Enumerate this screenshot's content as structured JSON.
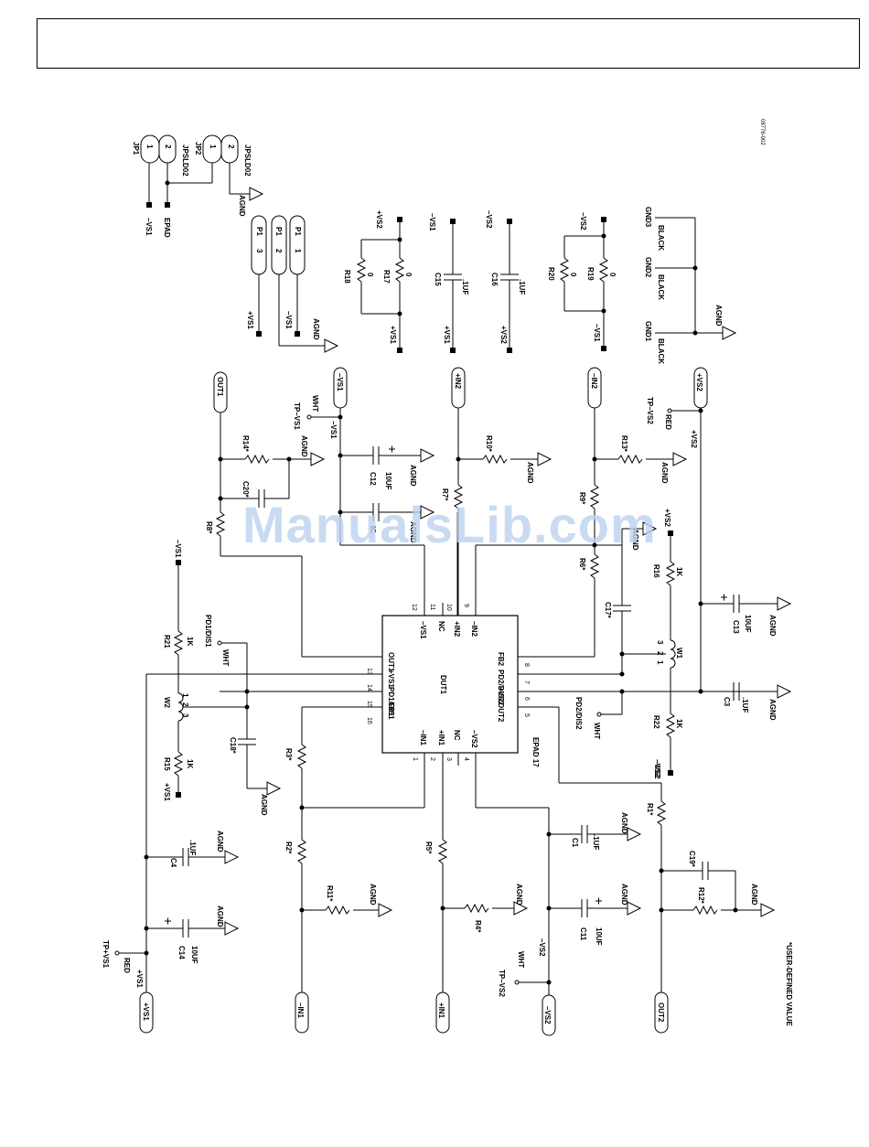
{
  "watermark": "ManualsLib.com",
  "figure_id": "08776-002",
  "note": "*USER-DEFINED VALUE",
  "ic": {
    "name": "DUT1",
    "epad": "EPAD 17",
    "pins_left": [
      {
        "num": "13",
        "label": "OUT1"
      },
      {
        "num": "14",
        "label": "+VS1"
      },
      {
        "num": "15",
        "label": "PD1/DIS1"
      },
      {
        "num": "16",
        "label": "FB1"
      }
    ],
    "pins_top": [
      {
        "num": "12",
        "label": "–VS1"
      },
      {
        "num": "11",
        "label": "NC"
      },
      {
        "num": "10",
        "label": "+IN2"
      },
      {
        "num": "9",
        "label": "–IN2"
      }
    ],
    "pins_right": [
      {
        "num": "8",
        "label": "FB2"
      },
      {
        "num": "7",
        "label": "PD2/DIS2"
      },
      {
        "num": "6",
        "label": "+VS2"
      },
      {
        "num": "5",
        "label": "OUT2"
      }
    ],
    "pins_bottom": [
      {
        "num": "1",
        "label": "–IN1"
      },
      {
        "num": "2",
        "label": "+IN1"
      },
      {
        "num": "3",
        "label": "NC"
      },
      {
        "num": "4",
        "label": "–VS2"
      }
    ]
  },
  "labels": [
    {
      "id": "jp1",
      "text": "JP1"
    },
    {
      "id": "jp1-p1",
      "text": "1"
    },
    {
      "id": "jp1-p2",
      "text": "2"
    },
    {
      "id": "jpsld02-a",
      "text": "JPSLD02"
    },
    {
      "id": "jp2",
      "text": "JP2"
    },
    {
      "id": "jp2-p1",
      "text": "1"
    },
    {
      "id": "jp2-p2",
      "text": "2"
    },
    {
      "id": "jpsld02-b",
      "text": "JPSLD02"
    },
    {
      "id": "jp-vs1",
      "text": "–VS1"
    },
    {
      "id": "jp-epad",
      "text": "EPAD"
    },
    {
      "id": "jp-agnd",
      "text": "AGND"
    },
    {
      "id": "p1-a",
      "text": "P1"
    },
    {
      "id": "p1-a-n",
      "text": "3"
    },
    {
      "id": "p1-b",
      "text": "P1"
    },
    {
      "id": "p1-b-n",
      "text": "2"
    },
    {
      "id": "p1-c",
      "text": "P1"
    },
    {
      "id": "p1-c-n",
      "text": "1"
    },
    {
      "id": "p1-vs1p",
      "text": "+VS1"
    },
    {
      "id": "p1-vs1m",
      "text": "–VS1"
    },
    {
      "id": "p1-agnd",
      "text": "AGND"
    },
    {
      "id": "r18",
      "text": "R18"
    },
    {
      "id": "r18-v",
      "text": "0"
    },
    {
      "id": "r17",
      "text": "R17"
    },
    {
      "id": "r17-v",
      "text": "0"
    },
    {
      "id": "r17-top",
      "text": "+VS2"
    },
    {
      "id": "r17-bot",
      "text": "+VS1"
    },
    {
      "id": "c15",
      "text": "C15"
    },
    {
      "id": "c15-v",
      "text": ".1UF"
    },
    {
      "id": "c15-top",
      "text": "–VS1"
    },
    {
      "id": "c15-bot",
      "text": "+VS1"
    },
    {
      "id": "c16",
      "text": "C16"
    },
    {
      "id": "c16-v",
      "text": ".1UF"
    },
    {
      "id": "c16-top",
      "text": "–VS2"
    },
    {
      "id": "c16-bot",
      "text": "+VS2"
    },
    {
      "id": "r20",
      "text": "R20"
    },
    {
      "id": "r20-v",
      "text": "0"
    },
    {
      "id": "r19",
      "text": "R19"
    },
    {
      "id": "r19-v",
      "text": "0"
    },
    {
      "id": "r19-top",
      "text": "–VS2"
    },
    {
      "id": "r19-bot",
      "text": "–VS1"
    },
    {
      "id": "gnd3",
      "text": "GND3"
    },
    {
      "id": "gnd3-c",
      "text": "BLACK"
    },
    {
      "id": "gnd2",
      "text": "GND2"
    },
    {
      "id": "gnd2-c",
      "text": "BLACK"
    },
    {
      "id": "gnd1",
      "text": "GND1"
    },
    {
      "id": "gnd1-c",
      "text": "BLACK"
    },
    {
      "id": "gnd-agnd",
      "text": "AGND"
    },
    {
      "id": "out1",
      "text": "OUT1"
    },
    {
      "id": "r14",
      "text": "R14*"
    },
    {
      "id": "r14-agnd",
      "text": "AGND"
    },
    {
      "id": "c20",
      "text": "C20*"
    },
    {
      "id": "r8",
      "text": "R8*"
    },
    {
      "id": "tp-vs1m",
      "text": "TP–VS1"
    },
    {
      "id": "tp-vs1m-c",
      "text": "WHT"
    },
    {
      "id": "vs1m-term",
      "text": "–VS1"
    },
    {
      "id": "vs1m-net",
      "text": "–VS1"
    },
    {
      "id": "c12",
      "text": "C12"
    },
    {
      "id": "c12-v",
      "text": "10UF"
    },
    {
      "id": "c12-agnd",
      "text": "AGND"
    },
    {
      "id": "c-hidden",
      "text": "IC"
    },
    {
      "id": "c-hidden-agnd",
      "text": "AGND"
    },
    {
      "id": "in2p",
      "text": "+IN2"
    },
    {
      "id": "r10",
      "text": "R10*"
    },
    {
      "id": "r10-agnd",
      "text": "AGND"
    },
    {
      "id": "r7",
      "text": "R7*"
    },
    {
      "id": "in2m",
      "text": "–IN2"
    },
    {
      "id": "r13",
      "text": "R13*"
    },
    {
      "id": "r13-agnd",
      "text": "AGND"
    },
    {
      "id": "r9",
      "text": "R9*"
    },
    {
      "id": "r6",
      "text": "R6*"
    },
    {
      "id": "r6-agnd",
      "text": "AGND"
    },
    {
      "id": "tp-vs2p",
      "text": "TP–VS2"
    },
    {
      "id": "tp-vs2p-c",
      "text": "RED"
    },
    {
      "id": "vs2p-term",
      "text": "+VS2"
    },
    {
      "id": "vs2p-net",
      "text": "+VS2"
    },
    {
      "id": "r16",
      "text": "R16"
    },
    {
      "id": "r16-v",
      "text": "1K"
    },
    {
      "id": "r16-top",
      "text": "+VS2"
    },
    {
      "id": "c17",
      "text": "C17*"
    },
    {
      "id": "c13",
      "text": "C13"
    },
    {
      "id": "c13-v",
      "text": "10UF"
    },
    {
      "id": "c13-agnd",
      "text": "AGND"
    },
    {
      "id": "w1",
      "text": "W1"
    },
    {
      "id": "w1-1",
      "text": "1"
    },
    {
      "id": "w1-2",
      "text": "2"
    },
    {
      "id": "w1-3",
      "text": "3"
    },
    {
      "id": "c3",
      "text": "C3"
    },
    {
      "id": "c3-v",
      "text": ".1UF"
    },
    {
      "id": "c3-agnd",
      "text": "AGND"
    },
    {
      "id": "pd2",
      "text": "PD2/DIS2"
    },
    {
      "id": "pd2-c",
      "text": "WHT"
    },
    {
      "id": "r22",
      "text": "R22"
    },
    {
      "id": "r22-v",
      "text": "1K"
    },
    {
      "id": "r22-bot",
      "text": "–VS2"
    },
    {
      "id": "r21",
      "text": "R21"
    },
    {
      "id": "r21-v",
      "text": "1K"
    },
    {
      "id": "r21-top",
      "text": "–VS1"
    },
    {
      "id": "pd1",
      "text": "PD1/DIS1"
    },
    {
      "id": "pd1-c",
      "text": "WHT"
    },
    {
      "id": "w2",
      "text": "W2"
    },
    {
      "id": "w2-1",
      "text": "1"
    },
    {
      "id": "w2-2",
      "text": "2"
    },
    {
      "id": "w2-3",
      "text": "3"
    },
    {
      "id": "c18",
      "text": "C18*"
    },
    {
      "id": "c18-agnd",
      "text": "AGND"
    },
    {
      "id": "r15",
      "text": "R15"
    },
    {
      "id": "r15-v",
      "text": "1K"
    },
    {
      "id": "r15-bot",
      "text": "+VS1"
    },
    {
      "id": "r3",
      "text": "R3*"
    },
    {
      "id": "r2",
      "text": "R2*"
    },
    {
      "id": "r11",
      "text": "R11*"
    },
    {
      "id": "r11-agnd",
      "text": "AGND"
    },
    {
      "id": "in1m",
      "text": "–IN1"
    },
    {
      "id": "c4",
      "text": "C4"
    },
    {
      "id": "c4-v",
      "text": ".1UF"
    },
    {
      "id": "c4-agnd",
      "text": "AGND"
    },
    {
      "id": "c14",
      "text": "C14"
    },
    {
      "id": "c14-v",
      "text": "10UF"
    },
    {
      "id": "c14-agnd",
      "text": "AGND"
    },
    {
      "id": "tp-vs1p",
      "text": "TP+VS1"
    },
    {
      "id": "tp-vs1p-c",
      "text": "RED"
    },
    {
      "id": "vs1p-net",
      "text": "+VS1"
    },
    {
      "id": "vs1p-term",
      "text": "+VS1"
    },
    {
      "id": "r5",
      "text": "R5*"
    },
    {
      "id": "r4",
      "text": "R4*"
    },
    {
      "id": "r4-agnd",
      "text": "AGND"
    },
    {
      "id": "in1p",
      "text": "+IN1"
    },
    {
      "id": "c1",
      "text": "C1"
    },
    {
      "id": "c1-v",
      "text": ".1UF"
    },
    {
      "id": "c1-agnd",
      "text": "AGND"
    },
    {
      "id": "c11",
      "text": "C11"
    },
    {
      "id": "c11-v",
      "text": "10UF"
    },
    {
      "id": "c11-agnd",
      "text": "AGND"
    },
    {
      "id": "tp-vs2m",
      "text": "TP–VS2"
    },
    {
      "id": "tp-vs2m-c",
      "text": "WHT"
    },
    {
      "id": "vs2m-net",
      "text": "–VS2"
    },
    {
      "id": "vs2m-term",
      "text": "–VS2"
    },
    {
      "id": "r1",
      "text": "R1*"
    },
    {
      "id": "r1-net",
      "text": "–VS2"
    },
    {
      "id": "c19",
      "text": "C19*"
    },
    {
      "id": "r12",
      "text": "R12*"
    },
    {
      "id": "r12-agnd",
      "text": "AGND"
    },
    {
      "id": "out2",
      "text": "OUT2"
    }
  ]
}
